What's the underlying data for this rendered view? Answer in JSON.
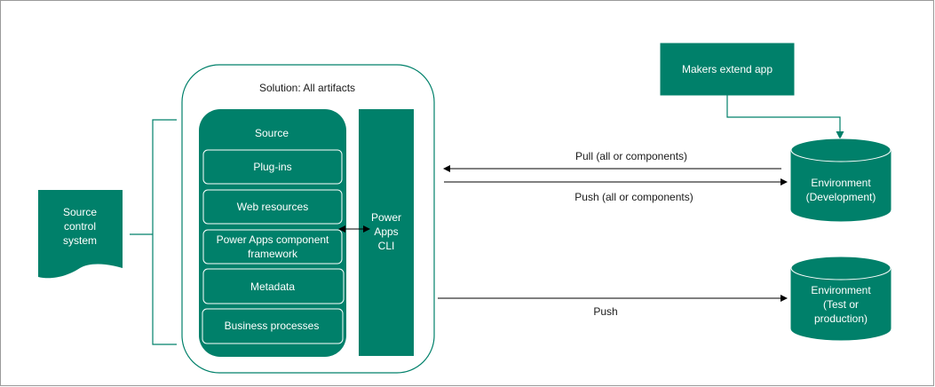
{
  "solution": {
    "title": "Solution: All artifacts"
  },
  "source": {
    "title": "Source",
    "items": [
      [
        "Plug-ins"
      ],
      [
        "Web resources"
      ],
      [
        "Power Apps component",
        "framework"
      ],
      [
        "Metadata"
      ],
      [
        "Business processes"
      ]
    ]
  },
  "cli": {
    "label": [
      "Power",
      "Apps",
      "CLI"
    ]
  },
  "source_control": {
    "label": [
      "Source",
      "control",
      "system"
    ]
  },
  "makers": {
    "label": "Makers extend  app"
  },
  "env_dev": {
    "label": [
      "Environment",
      "(Development)"
    ]
  },
  "env_test": {
    "label": [
      "Environment",
      "(Test or",
      "production)"
    ]
  },
  "arrows": {
    "pull": "Pull (all or components)",
    "push_dev": "Push (all or components)",
    "push_test": "Push"
  },
  "colors": {
    "teal": "#00806a",
    "line": "#000000",
    "frame": "#9a9a9a"
  }
}
